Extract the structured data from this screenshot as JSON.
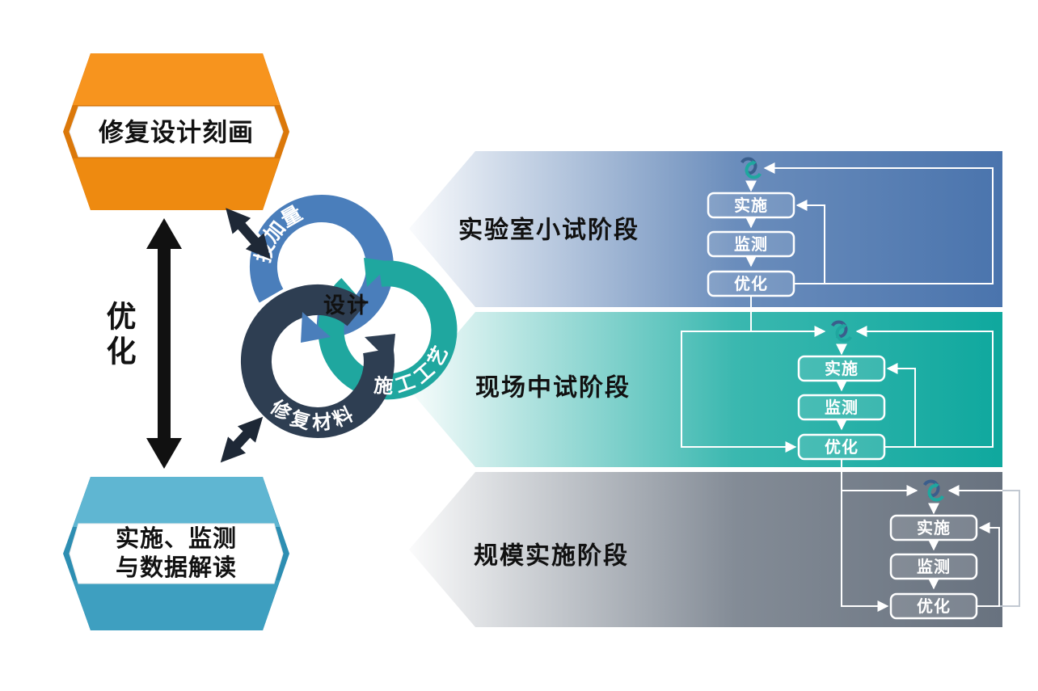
{
  "left_column": {
    "top_hexagon": {
      "label": "修复设计刻画",
      "color": "#F7941E",
      "color_dark": "#EE8A10",
      "color_deep": "#DB780A"
    },
    "optimize_label": "优化",
    "bottom_hexagon": {
      "label_line1": "实施、监测",
      "label_line2": "与数据解读",
      "color": "#5FB6D2",
      "color_dark": "#3E9FC0",
      "color_deep": "#2D8EB2"
    }
  },
  "design_cycle": {
    "center_label": "设计",
    "rings": [
      {
        "label": "投加量",
        "color": "#4A7EBB"
      },
      {
        "label": "施工工艺",
        "color": "#1FA79F"
      },
      {
        "label": "修复材料",
        "color": "#2E3E52"
      }
    ]
  },
  "stages": [
    {
      "label": "实验室小试阶段",
      "color": "#4A74AD",
      "steps": [
        "实施",
        "监测",
        "优化"
      ]
    },
    {
      "label": "现场中试阶段",
      "color": "#0FA89E",
      "steps": [
        "实施",
        "监测",
        "优化"
      ]
    },
    {
      "label": "规模实施阶段",
      "color": "#68727F",
      "steps": [
        "实施",
        "监测",
        "优化"
      ]
    }
  ],
  "icon_colors": {
    "blue": "#3A5E8C",
    "teal": "#1FA79F"
  }
}
